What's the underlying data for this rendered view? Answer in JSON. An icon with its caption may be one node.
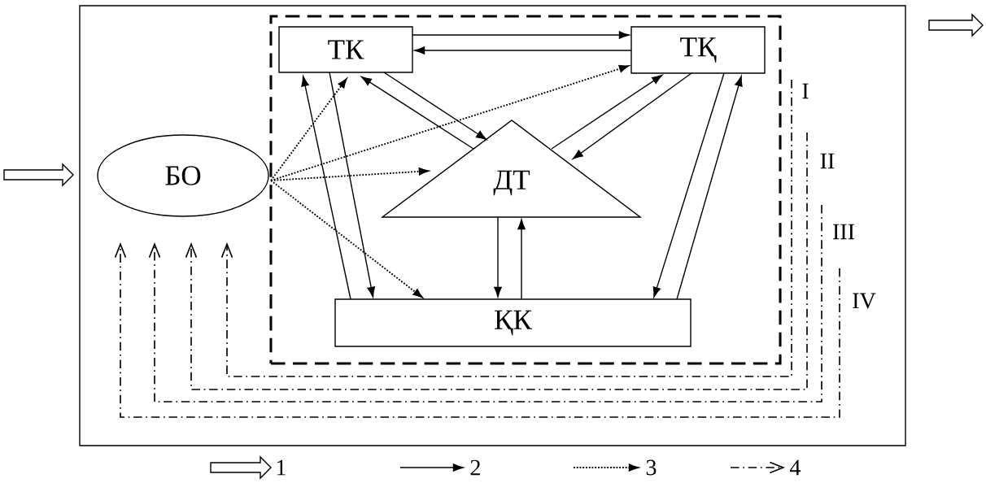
{
  "diagram": {
    "nodes": [
      {
        "text": [],
        "shape": "box"
      },
      {
        "text": [],
        "shape": "box",
        "in": 0
      },
      {
        "text": [
          "ТК"
        ],
        "in": 1
      },
      {
        "text": [
          "ТҚ"
        ],
        "in": 1
      },
      {
        "text": [
          "БО"
        ],
        "in": 0
      },
      {
        "text": [
          "ДТ"
        ],
        "in": 1
      },
      {
        "text": [
          "ҚК"
        ],
        "in": 1
      }
    ],
    "edges": [
      {
        "from": 2,
        "to": 3,
        "arrow": "to"
      },
      {
        "from": 3,
        "to": 2,
        "arrow": "to"
      },
      {
        "from": 2,
        "to": 5,
        "arrow": "to"
      },
      {
        "from": 5,
        "to": 2,
        "arrow": "to"
      },
      {
        "from": 5,
        "to": 3,
        "arrow": "to"
      },
      {
        "from": 3,
        "to": 5,
        "arrow": "to"
      },
      {
        "from": 6,
        "to": 2,
        "arrow": "to"
      },
      {
        "from": 2,
        "to": 6,
        "arrow": "to"
      },
      {
        "from": 3,
        "to": 6,
        "arrow": "to"
      },
      {
        "from": 6,
        "to": 3,
        "arrow": "to"
      },
      {
        "from": 5,
        "to": 6,
        "arrow": "to"
      },
      {
        "from": 6,
        "to": 5,
        "arrow": "to"
      },
      {
        "from": 4,
        "to": 2,
        "arrow": "to",
        "style": "dashed"
      },
      {
        "from": 4,
        "to": 3,
        "arrow": "to",
        "style": "dashed"
      },
      {
        "from": 4,
        "to": 5,
        "arrow": "to",
        "style": "dashed"
      },
      {
        "from": 4,
        "to": 6,
        "arrow": "to",
        "style": "dashed"
      },
      {
        "from": 1,
        "to": 4,
        "arrow": "to",
        "style": "dashed",
        "label": "I"
      },
      {
        "from": null,
        "to": 4,
        "arrow": "to",
        "style": "dashed",
        "label": "II"
      },
      {
        "from": null,
        "to": 4,
        "arrow": "to",
        "style": "dashed",
        "label": "III"
      },
      {
        "from": null,
        "to": 4,
        "arrow": "to",
        "style": "dashed",
        "label": "IV"
      },
      {
        "from": null,
        "to": 0,
        "arrow": "to",
        "style": "thick"
      },
      {
        "from": 0,
        "to": null,
        "arrow": "to",
        "style": "thick"
      }
    ],
    "legend": [
      {
        "text": "1"
      },
      {
        "text": "2"
      },
      {
        "text": "3"
      },
      {
        "text": "4"
      }
    ]
  }
}
